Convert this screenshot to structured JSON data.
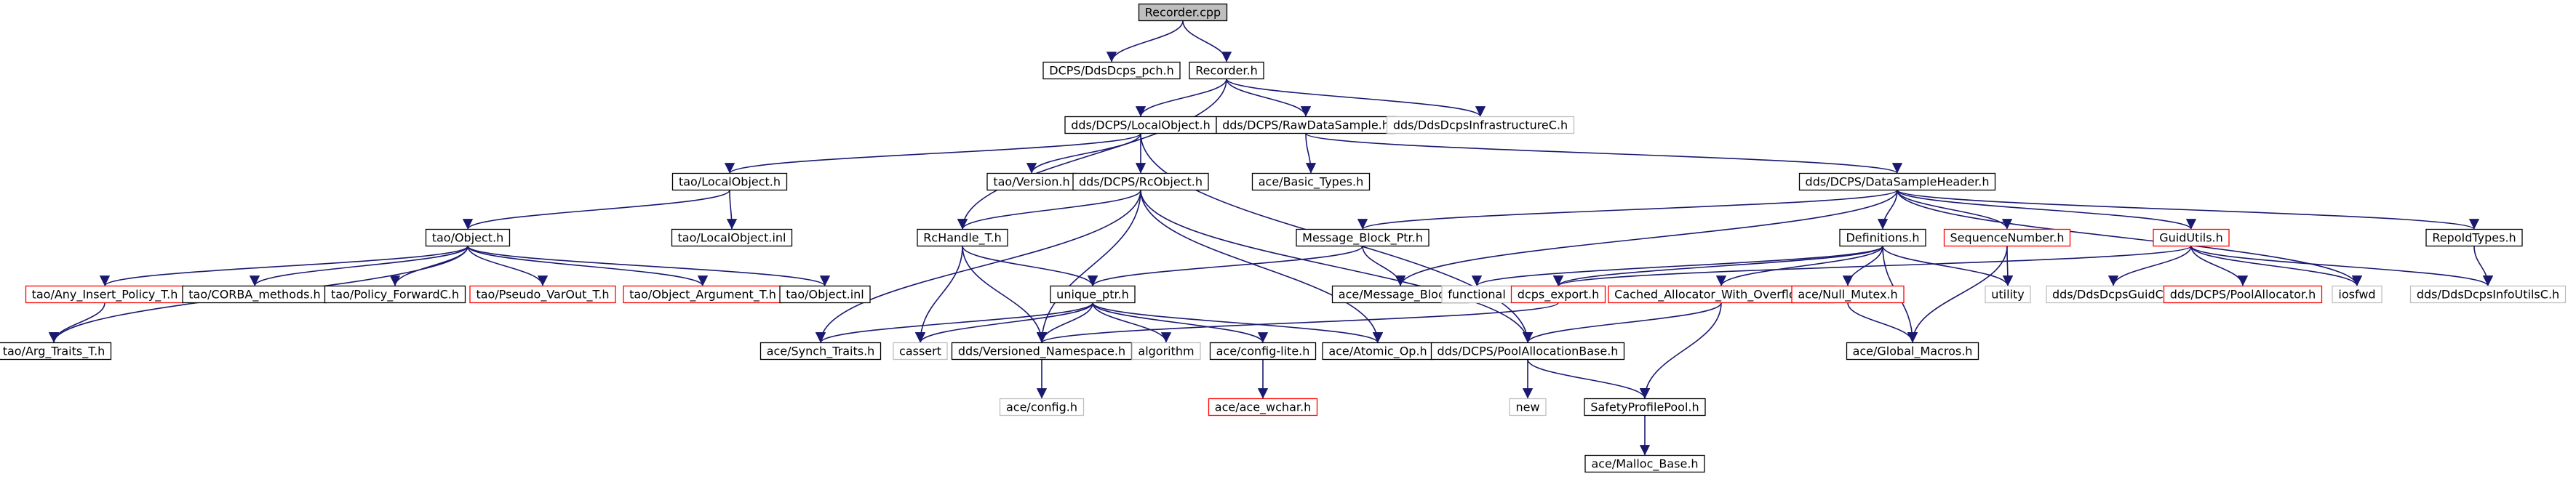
{
  "graph": {
    "colors": {
      "edge": "#191970",
      "node_border_default": "#000000",
      "node_border_missing": "#ff0000",
      "node_border_external": "#bfbfbf",
      "node_fill_root": "#bfbfbf",
      "node_fill_default": "#ffffff"
    },
    "nodes": [
      {
        "id": "recorder_cpp",
        "label": "Recorder.cpp",
        "style": "root"
      },
      {
        "id": "ddsdcps_pch",
        "label": "DCPS/DdsDcps_pch.h",
        "style": "normal"
      },
      {
        "id": "recorder_h",
        "label": "Recorder.h",
        "style": "normal"
      },
      {
        "id": "localobject_h",
        "label": "dds/DCPS/LocalObject.h",
        "style": "normal"
      },
      {
        "id": "rawdatasample_h",
        "label": "dds/DCPS/RawDataSample.h",
        "style": "normal"
      },
      {
        "id": "infracorec_h",
        "label": "dds/DdsDcpsInfrastructureC.h",
        "style": "external"
      },
      {
        "id": "tao_localobject_h",
        "label": "tao/LocalObject.h",
        "style": "normal"
      },
      {
        "id": "tao_version_h",
        "label": "tao/Version.h",
        "style": "normal"
      },
      {
        "id": "rcobject_h",
        "label": "dds/DCPS/RcObject.h",
        "style": "normal"
      },
      {
        "id": "basic_types_h",
        "label": "ace/Basic_Types.h",
        "style": "normal"
      },
      {
        "id": "datasampleheader_h",
        "label": "dds/DCPS/DataSampleHeader.h",
        "style": "normal"
      },
      {
        "id": "tao_object_h",
        "label": "tao/Object.h",
        "style": "normal"
      },
      {
        "id": "tao_localobject_inl",
        "label": "tao/LocalObject.inl",
        "style": "normal"
      },
      {
        "id": "rchandle_t_h",
        "label": "RcHandle_T.h",
        "style": "normal"
      },
      {
        "id": "message_block_ptr_h",
        "label": "Message_Block_Ptr.h",
        "style": "normal"
      },
      {
        "id": "definitions_h",
        "label": "Definitions.h",
        "style": "normal"
      },
      {
        "id": "sequencenumber_h",
        "label": "SequenceNumber.h",
        "style": "missing"
      },
      {
        "id": "guidutils_h",
        "label": "GuidUtils.h",
        "style": "missing"
      },
      {
        "id": "repoidtypes_h",
        "label": "RepoIdTypes.h",
        "style": "normal"
      },
      {
        "id": "any_insert_policy_h",
        "label": "tao/Any_Insert_Policy_T.h",
        "style": "missing"
      },
      {
        "id": "corba_methods_h",
        "label": "tao/CORBA_methods.h",
        "style": "normal"
      },
      {
        "id": "policy_forwardc_h",
        "label": "tao/Policy_ForwardC.h",
        "style": "normal"
      },
      {
        "id": "pseudo_varout_h",
        "label": "tao/Pseudo_VarOut_T.h",
        "style": "missing"
      },
      {
        "id": "object_argument_h",
        "label": "tao/Object_Argument_T.h",
        "style": "missing"
      },
      {
        "id": "tao_object_inl",
        "label": "tao/Object.inl",
        "style": "normal"
      },
      {
        "id": "unique_ptr_h",
        "label": "unique_ptr.h",
        "style": "normal"
      },
      {
        "id": "ace_message_block_h",
        "label": "ace/Message_Block.h",
        "style": "normal"
      },
      {
        "id": "functional",
        "label": "functional",
        "style": "external"
      },
      {
        "id": "dcps_export_h",
        "label": "dcps_export.h",
        "style": "missing"
      },
      {
        "id": "cached_allocator_h",
        "label": "Cached_Allocator_With_Overflow_T.h",
        "style": "missing"
      },
      {
        "id": "ace_null_mutex_h",
        "label": "ace/Null_Mutex.h",
        "style": "missing"
      },
      {
        "id": "utility",
        "label": "utility",
        "style": "external"
      },
      {
        "id": "ddsdcpsguidc_h",
        "label": "dds/DdsDcpsGuidC.h",
        "style": "external"
      },
      {
        "id": "poolallocator_h",
        "label": "dds/DCPS/PoolAllocator.h",
        "style": "missing"
      },
      {
        "id": "iosfwd",
        "label": "iosfwd",
        "style": "external"
      },
      {
        "id": "infoutilsc_h",
        "label": "dds/DdsDcpsInfoUtilsC.h",
        "style": "external"
      },
      {
        "id": "arg_traits_h",
        "label": "tao/Arg_Traits_T.h",
        "style": "normal"
      },
      {
        "id": "synch_traits_h",
        "label": "ace/Synch_Traits.h",
        "style": "normal"
      },
      {
        "id": "cassert",
        "label": "cassert",
        "style": "external"
      },
      {
        "id": "versioned_namespace_h",
        "label": "dds/Versioned_Namespace.h",
        "style": "normal"
      },
      {
        "id": "algorithm",
        "label": "algorithm",
        "style": "external"
      },
      {
        "id": "config_lite_h",
        "label": "ace/config-lite.h",
        "style": "normal"
      },
      {
        "id": "atomic_op_h",
        "label": "ace/Atomic_Op.h",
        "style": "normal"
      },
      {
        "id": "poolallocationbase_h",
        "label": "dds/DCPS/PoolAllocationBase.h",
        "style": "normal"
      },
      {
        "id": "global_macros_h",
        "label": "ace/Global_Macros.h",
        "style": "normal"
      },
      {
        "id": "ace_config_h",
        "label": "ace/config.h",
        "style": "external"
      },
      {
        "id": "ace_wchar_h",
        "label": "ace/ace_wchar.h",
        "style": "missing"
      },
      {
        "id": "new",
        "label": "new",
        "style": "external"
      },
      {
        "id": "safetyprofilepool_h",
        "label": "SafetyProfilePool.h",
        "style": "normal"
      },
      {
        "id": "malloc_base_h",
        "label": "ace/Malloc_Base.h",
        "style": "normal"
      }
    ],
    "edges": [
      [
        "recorder_cpp",
        "ddsdcps_pch"
      ],
      [
        "recorder_cpp",
        "recorder_h"
      ],
      [
        "recorder_h",
        "localobject_h"
      ],
      [
        "recorder_h",
        "rawdatasample_h"
      ],
      [
        "recorder_h",
        "infracorec_h"
      ],
      [
        "recorder_h",
        "rchandle_t_h"
      ],
      [
        "localobject_h",
        "tao_localobject_h"
      ],
      [
        "localobject_h",
        "tao_version_h"
      ],
      [
        "localobject_h",
        "rcobject_h"
      ],
      [
        "localobject_h",
        "poolallocationbase_h"
      ],
      [
        "rawdatasample_h",
        "basic_types_h"
      ],
      [
        "rawdatasample_h",
        "datasampleheader_h"
      ],
      [
        "tao_localobject_h",
        "tao_object_h"
      ],
      [
        "tao_localobject_h",
        "tao_localobject_inl"
      ],
      [
        "rcobject_h",
        "rchandle_t_h"
      ],
      [
        "rcobject_h",
        "synch_traits_h"
      ],
      [
        "rcobject_h",
        "versioned_namespace_h"
      ],
      [
        "rcobject_h",
        "atomic_op_h"
      ],
      [
        "rcobject_h",
        "poolallocationbase_h"
      ],
      [
        "datasampleheader_h",
        "message_block_ptr_h"
      ],
      [
        "datasampleheader_h",
        "definitions_h"
      ],
      [
        "datasampleheader_h",
        "sequencenumber_h"
      ],
      [
        "datasampleheader_h",
        "guidutils_h"
      ],
      [
        "datasampleheader_h",
        "repoidtypes_h"
      ],
      [
        "datasampleheader_h",
        "ace_message_block_h"
      ],
      [
        "datasampleheader_h",
        "iosfwd"
      ],
      [
        "tao_object_h",
        "any_insert_policy_h"
      ],
      [
        "tao_object_h",
        "corba_methods_h"
      ],
      [
        "tao_object_h",
        "policy_forwardc_h"
      ],
      [
        "tao_object_h",
        "pseudo_varout_h"
      ],
      [
        "tao_object_h",
        "object_argument_h"
      ],
      [
        "tao_object_h",
        "tao_object_inl"
      ],
      [
        "tao_object_h",
        "arg_traits_h"
      ],
      [
        "any_insert_policy_h",
        "arg_traits_h"
      ],
      [
        "rchandle_t_h",
        "unique_ptr_h"
      ],
      [
        "rchandle_t_h",
        "cassert"
      ],
      [
        "rchandle_t_h",
        "versioned_namespace_h"
      ],
      [
        "message_block_ptr_h",
        "unique_ptr_h"
      ],
      [
        "message_block_ptr_h",
        "ace_message_block_h"
      ],
      [
        "unique_ptr_h",
        "synch_traits_h"
      ],
      [
        "unique_ptr_h",
        "cassert"
      ],
      [
        "unique_ptr_h",
        "versioned_namespace_h"
      ],
      [
        "unique_ptr_h",
        "algorithm"
      ],
      [
        "unique_ptr_h",
        "config_lite_h"
      ],
      [
        "unique_ptr_h",
        "atomic_op_h"
      ],
      [
        "definitions_h",
        "functional"
      ],
      [
        "definitions_h",
        "dcps_export_h"
      ],
      [
        "definitions_h",
        "cached_allocator_h"
      ],
      [
        "definitions_h",
        "ace_null_mutex_h"
      ],
      [
        "definitions_h",
        "utility"
      ],
      [
        "definitions_h",
        "global_macros_h"
      ],
      [
        "dcps_export_h",
        "versioned_namespace_h"
      ],
      [
        "cached_allocator_h",
        "poolallocationbase_h"
      ],
      [
        "cached_allocator_h",
        "safetyprofilepool_h"
      ],
      [
        "ace_null_mutex_h",
        "global_macros_h"
      ],
      [
        "sequencenumber_h",
        "utility"
      ],
      [
        "sequencenumber_h",
        "global_macros_h"
      ],
      [
        "guidutils_h",
        "ddsdcpsguidc_h"
      ],
      [
        "guidutils_h",
        "poolallocator_h"
      ],
      [
        "guidutils_h",
        "iosfwd"
      ],
      [
        "guidutils_h",
        "infoutilsc_h"
      ],
      [
        "guidutils_h",
        "dcps_export_h"
      ],
      [
        "repoidtypes_h",
        "infoutilsc_h"
      ],
      [
        "versioned_namespace_h",
        "ace_config_h"
      ],
      [
        "config_lite_h",
        "ace_wchar_h"
      ],
      [
        "poolallocationbase_h",
        "new"
      ],
      [
        "poolallocationbase_h",
        "safetyprofilepool_h"
      ],
      [
        "safetyprofilepool_h",
        "malloc_base_h"
      ]
    ]
  }
}
